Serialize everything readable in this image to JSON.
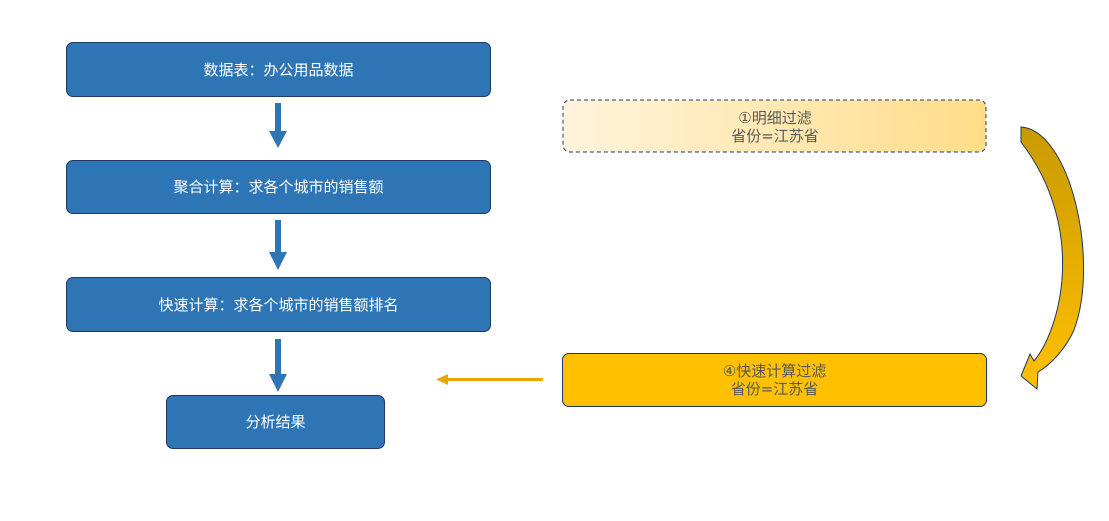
{
  "flow": [
    {
      "label": "数据表：办公用品数据"
    },
    {
      "label": "聚合计算：求各个城市的销售额"
    },
    {
      "label": "快速计算：求各个城市的销售额排名"
    },
    {
      "label": "分析结果"
    }
  ],
  "filters": [
    {
      "title": "①明细过滤",
      "condition": "省份=江苏省"
    },
    {
      "title": "④快速计算过滤",
      "condition": "省份=江苏省"
    }
  ],
  "colors": {
    "blue": "#2e75b6",
    "gold": "#ffc000",
    "arrow_gold": "#c99a00"
  }
}
